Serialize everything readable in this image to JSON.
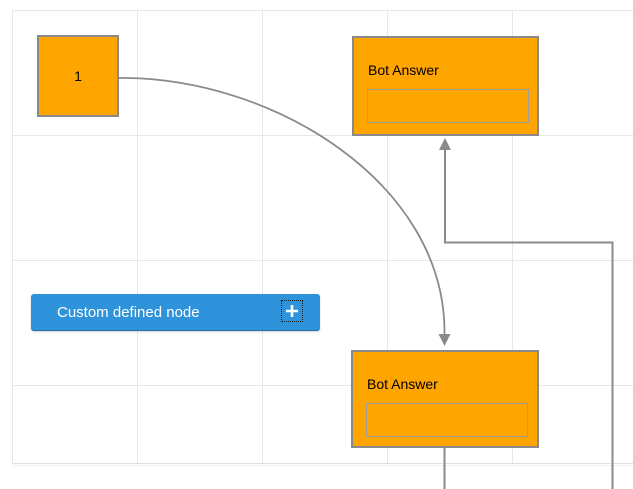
{
  "nodes": [
    {
      "id": "node-1",
      "type": "square",
      "label": "1"
    },
    {
      "id": "bot-answer-top",
      "type": "bot-answer",
      "title": "Bot Answer",
      "field_value": ""
    },
    {
      "id": "bot-answer-bottom",
      "type": "bot-answer",
      "title": "Bot Answer",
      "field_value": ""
    }
  ],
  "palette": {
    "label": "Custom defined node",
    "icon": "plus-icon"
  },
  "edges": [
    {
      "from": "node-1",
      "to": "bot-answer-bottom",
      "type": "bezier",
      "arrow": "down"
    },
    {
      "from": "offscreen-bottom-right",
      "to": "bot-answer-top",
      "type": "orthogonal",
      "arrow": "up"
    },
    {
      "from": "bot-answer-bottom",
      "to": "offscreen-bottom",
      "type": "straight",
      "arrow": "none"
    }
  ],
  "colors": {
    "node_fill": "#FFA500",
    "node_border": "#898989",
    "field_border": "#9D9D9D",
    "connector": "#8A8A8A",
    "button_fill": "#2E93DB",
    "button_text": "#FFFFFF",
    "grid_line": "#E7E7E7",
    "canvas_bottom_border": "#E0E0E0",
    "canvas_bg": "#FFFFFF",
    "node_text": "#000000"
  }
}
